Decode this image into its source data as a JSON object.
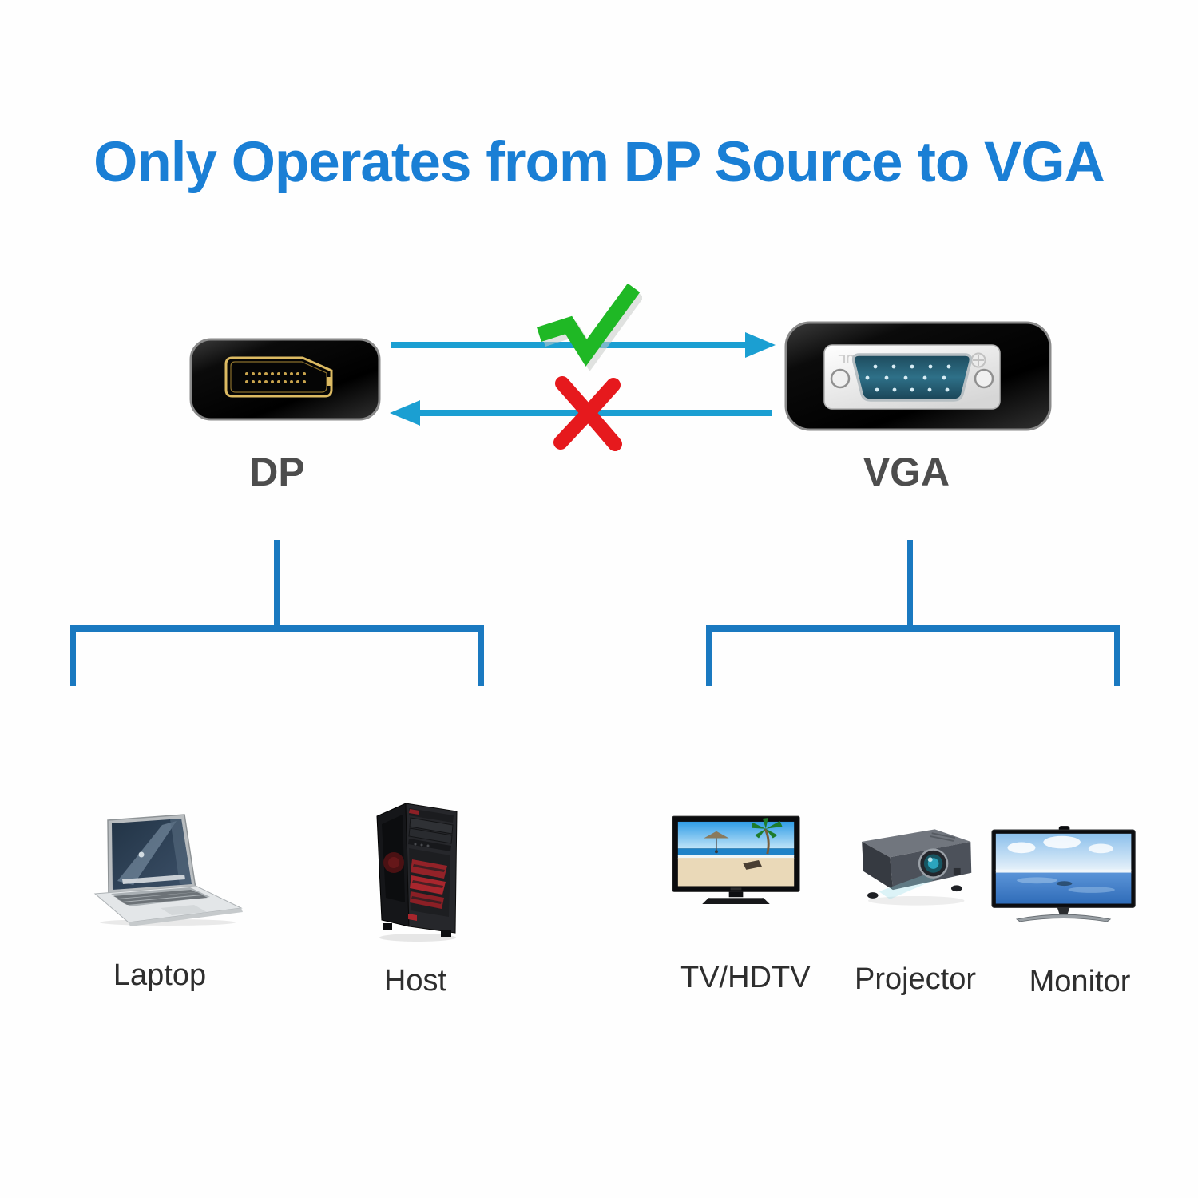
{
  "title": "Only Operates from DP Source to VGA",
  "connection": {
    "source": {
      "label": "DP",
      "connector": "displayport-male"
    },
    "target": {
      "label": "VGA",
      "connector": "vga-male-15pin"
    },
    "forward": {
      "from": "DP",
      "to": "VGA",
      "status": "allowed",
      "icon": "check-icon"
    },
    "reverse": {
      "from": "VGA",
      "to": "DP",
      "status": "blocked",
      "icon": "cross-icon"
    }
  },
  "dp_group": {
    "items": [
      {
        "label": "Laptop",
        "icon": "laptop-illustration"
      },
      {
        "label": "Host",
        "icon": "host-pc-illustration"
      }
    ]
  },
  "vga_group": {
    "items": [
      {
        "label": "TV/HDTV",
        "icon": "tv-illustration"
      },
      {
        "label": "Projector",
        "icon": "projector-illustration"
      },
      {
        "label": "Monitor",
        "icon": "monitor-illustration"
      }
    ]
  },
  "colors": {
    "title": "#1a7fd5",
    "arrow": "#1b9fd2",
    "bracket": "#1a79c0",
    "check_green": "#1fb825",
    "cross_red": "#e6191d",
    "connector_label": "#4d4d4d",
    "device_label": "#2e2e2e",
    "dp_port_gold": "#dcba62",
    "vga_port_teal": "#2e7088"
  }
}
